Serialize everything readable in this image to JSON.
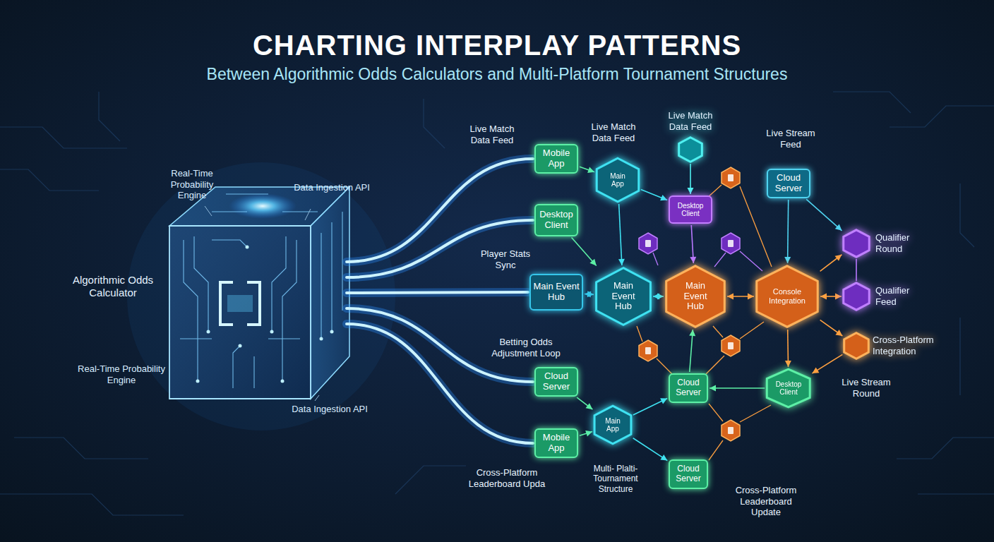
{
  "diagram": {
    "title": "CHARTING INTERPLAY PATTERNS",
    "nodes": [
      {
        "text": [
          "Algorithmic Odds Calculator"
        ]
      },
      {
        "text": [
          "Mobile App"
        ]
      },
      {
        "text": [
          "Desktop Client"
        ]
      },
      {
        "text": [
          "Main Event Hub"
        ]
      },
      {
        "text": [
          "Cloud Server"
        ]
      },
      {
        "text": [
          "Mobile App"
        ]
      },
      {
        "text": [
          "Main App"
        ]
      },
      {
        "text": [
          "Live Match Data Feed"
        ]
      },
      {
        "text": [
          "Desktop Client"
        ]
      },
      {
        "text": [
          "Cloud Server"
        ]
      },
      {
        "text": [
          "Main Event Hub"
        ]
      },
      {
        "text": [
          "Main Event Hub"
        ]
      },
      {
        "text": [
          "Console Integration"
        ]
      },
      {
        "text": [
          "Qualifier Round"
        ]
      },
      {
        "text": [
          "Qualifier Feed"
        ]
      },
      {
        "text": [
          "Cross-Platform Integration"
        ]
      },
      {
        "text": [
          "Cloud Server"
        ]
      },
      {
        "text": [
          "Desktop Client"
        ]
      },
      {
        "text": [
          "Main App"
        ]
      },
      {
        "text": [
          "Cloud Server"
        ]
      }
    ],
    "edges": [
      {
        "from": 0,
        "to": 1,
        "arrow": "none"
      },
      {
        "from": 0,
        "to": 2,
        "arrow": "none"
      },
      {
        "from": 0,
        "to": 3,
        "arrow": "none"
      },
      {
        "from": 0,
        "to": 4,
        "arrow": "none"
      },
      {
        "from": 0,
        "to": 5,
        "arrow": "none"
      },
      {
        "from": 1,
        "to": 6,
        "arrow": "to"
      },
      {
        "from": 2,
        "to": 10,
        "arrow": "to"
      },
      {
        "from": 3,
        "to": 10,
        "arrow": "both"
      },
      {
        "from": 6,
        "to": 10,
        "arrow": "to"
      },
      {
        "from": 6,
        "to": 8,
        "arrow": "to"
      },
      {
        "from": 7,
        "to": 8,
        "arrow": "to"
      },
      {
        "from": 8,
        "to": 11,
        "arrow": "to"
      },
      {
        "from": 9,
        "to": 13,
        "arrow": "to"
      },
      {
        "from": 9,
        "to": 12,
        "arrow": "to"
      },
      {
        "from": 10,
        "to": 11,
        "arrow": "both"
      },
      {
        "from": 11,
        "to": 12,
        "arrow": "both"
      },
      {
        "from": 12,
        "to": 13,
        "arrow": "to"
      },
      {
        "from": 12,
        "to": 14,
        "arrow": "both"
      },
      {
        "from": 12,
        "to": 15,
        "arrow": "to"
      },
      {
        "from": 13,
        "to": 14,
        "arrow": "none"
      },
      {
        "from": 12,
        "to": 17,
        "arrow": "to"
      },
      {
        "from": 17,
        "to": 16,
        "arrow": "to"
      },
      {
        "from": 16,
        "to": 11,
        "arrow": "to"
      },
      {
        "from": 4,
        "to": 18,
        "arrow": "to"
      },
      {
        "from": 5,
        "to": 18,
        "arrow": "to"
      },
      {
        "from": 18,
        "to": 16,
        "arrow": "to"
      },
      {
        "from": 18,
        "to": 19,
        "arrow": "to"
      },
      {
        "from": 15,
        "to": 17,
        "arrow": "to"
      }
    ],
    "labels": [
      "Between Algorithmic Odds Calculators and Multi-Platform Tournament Structures",
      "Real-Time Probability Engine",
      "Data Ingestion API",
      "Real-Time Probability Engine",
      "Data Ingestion API",
      "Live Match Data Feed",
      "Player Stats Sync",
      "Betting Odds Adjustment Loop",
      "Cross-Platform Leaderboard Upda",
      "Live Match Data Feed",
      "Live Stream Feed",
      "Live Stream Round",
      "Multi- Plalti- Tournament Structure",
      "Cross-Platform Leaderboard Update"
    ]
  }
}
